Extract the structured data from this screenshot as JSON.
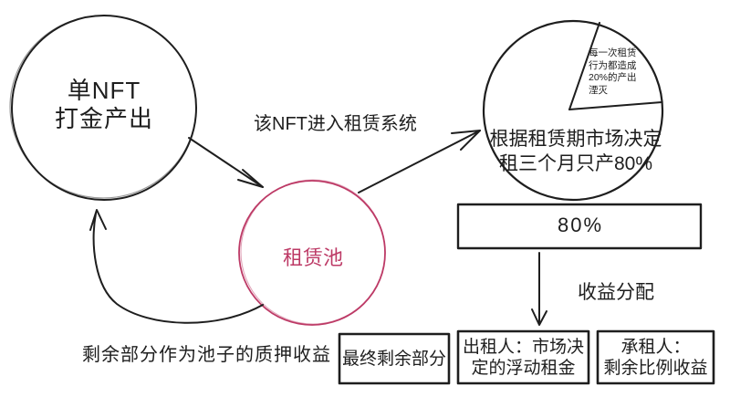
{
  "colors": {
    "ink": "#1e1e1e",
    "accent": "#bd3a66"
  },
  "nodes": {
    "nft_circle": {
      "line1": "单NFT",
      "line2": "打金产出"
    },
    "rental_pool_circle": {
      "label": "租赁池"
    },
    "pie": {
      "line1": "根据租赁期市场决定",
      "line2": "租三个月只产80%",
      "slice_note_lines": [
        "每一次租赁",
        "行为都造成",
        "20%的产出",
        "湮灭"
      ],
      "slice_percent": 20
    },
    "output_bar": {
      "value": "80%"
    }
  },
  "labels": {
    "enter_system": "该NFT进入租赁系统",
    "revenue_distribution": "收益分配",
    "stake_return": "剩余部分作为池子的质押收益"
  },
  "result_boxes": [
    {
      "lines": [
        "最终剩余部分"
      ]
    },
    {
      "lines": [
        "出租人：市场决",
        "定的浮动租金"
      ]
    },
    {
      "lines": [
        "承租人：",
        "剩余比例收益"
      ]
    }
  ]
}
